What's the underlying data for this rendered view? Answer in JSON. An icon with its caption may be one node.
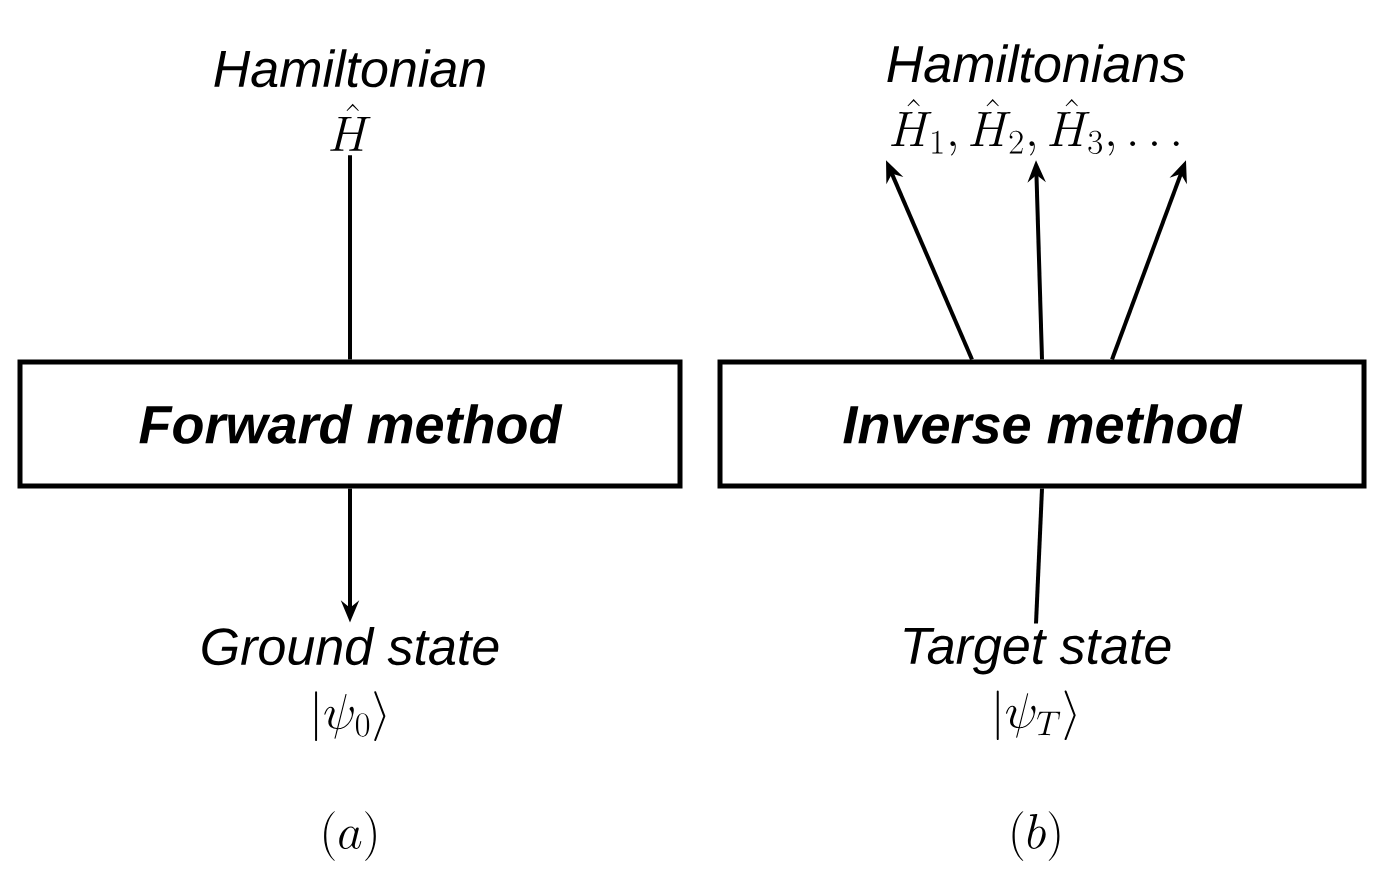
{
  "diagram": {
    "nodes": [
      {
        "text": [
          "Hamiltonian",
          "\\hat{H}"
        ]
      },
      {
        "text": [
          "Forward method"
        ]
      },
      {
        "text": [
          "Ground state",
          "|\\psi_0\\rangle"
        ]
      },
      {
        "text": [
          "Hamiltonians",
          "\\hat{H}_1, \\hat{H}_2, \\hat{H}_3, \\ldots"
        ]
      },
      {
        "text": [
          "Inverse method"
        ]
      },
      {
        "text": [
          "Target state",
          "|\\psi_T\\rangle"
        ]
      }
    ],
    "edges": [
      {
        "from": 0,
        "to": 1,
        "arrow": "none"
      },
      {
        "from": 1,
        "to": 2,
        "arrow": "to"
      },
      {
        "from": 5,
        "to": 4,
        "arrow": "none"
      },
      {
        "from": 4,
        "to": 3,
        "arrow": "to"
      },
      {
        "from": 4,
        "to": 3,
        "arrow": "to"
      },
      {
        "from": 4,
        "to": 3,
        "arrow": "to"
      }
    ],
    "labels": [
      "(a)",
      "(b)"
    ]
  }
}
